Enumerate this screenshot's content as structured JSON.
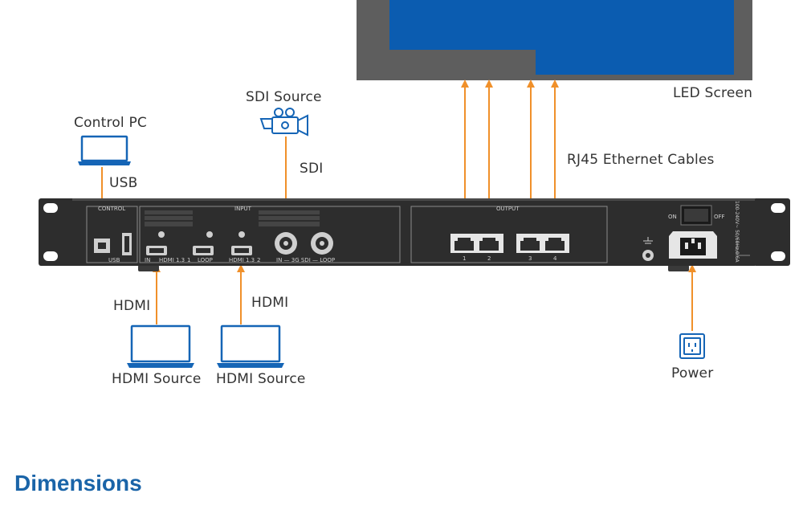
{
  "colors": {
    "accent_orange": "#f0902a",
    "screen_blue": "#0b5cb0",
    "screen_frame": "#5e5e5e",
    "device_body": "#2d2d2d",
    "icon_blue": "#1565b6",
    "heading_blue": "#1a64a8"
  },
  "labels": {
    "led_screen": "LED Screen",
    "rj45": "RJ45 Ethernet Cables",
    "sdi_source": "SDI Source",
    "sdi": "SDI",
    "control_pc": "Control PC",
    "usb": "USB",
    "hdmi_1": "HDMI",
    "hdmi_2": "HDMI",
    "hdmi_source_1": "HDMI Source",
    "hdmi_source_2": "HDMI Source",
    "power": "Power"
  },
  "panel": {
    "control": "CONTROL",
    "usb": "USB",
    "input": "INPUT",
    "hdmi_in": "IN",
    "hdmi_1_3": "HDMI 1.3",
    "hdmi_1_3_num": "1",
    "loop": "LOOP",
    "hdmi_1_3b": "HDMI 1.3",
    "hdmi_1_3b_num": "2",
    "sdi_label": "IN — 3G SDI — LOOP",
    "output": "OUTPUT",
    "port_1": "1",
    "port_2": "2",
    "port_3": "3",
    "port_4": "4",
    "on": "ON",
    "off": "OFF",
    "rating": "100-240V~ 50/60Hz,0.6A"
  },
  "heading": "Dimensions"
}
